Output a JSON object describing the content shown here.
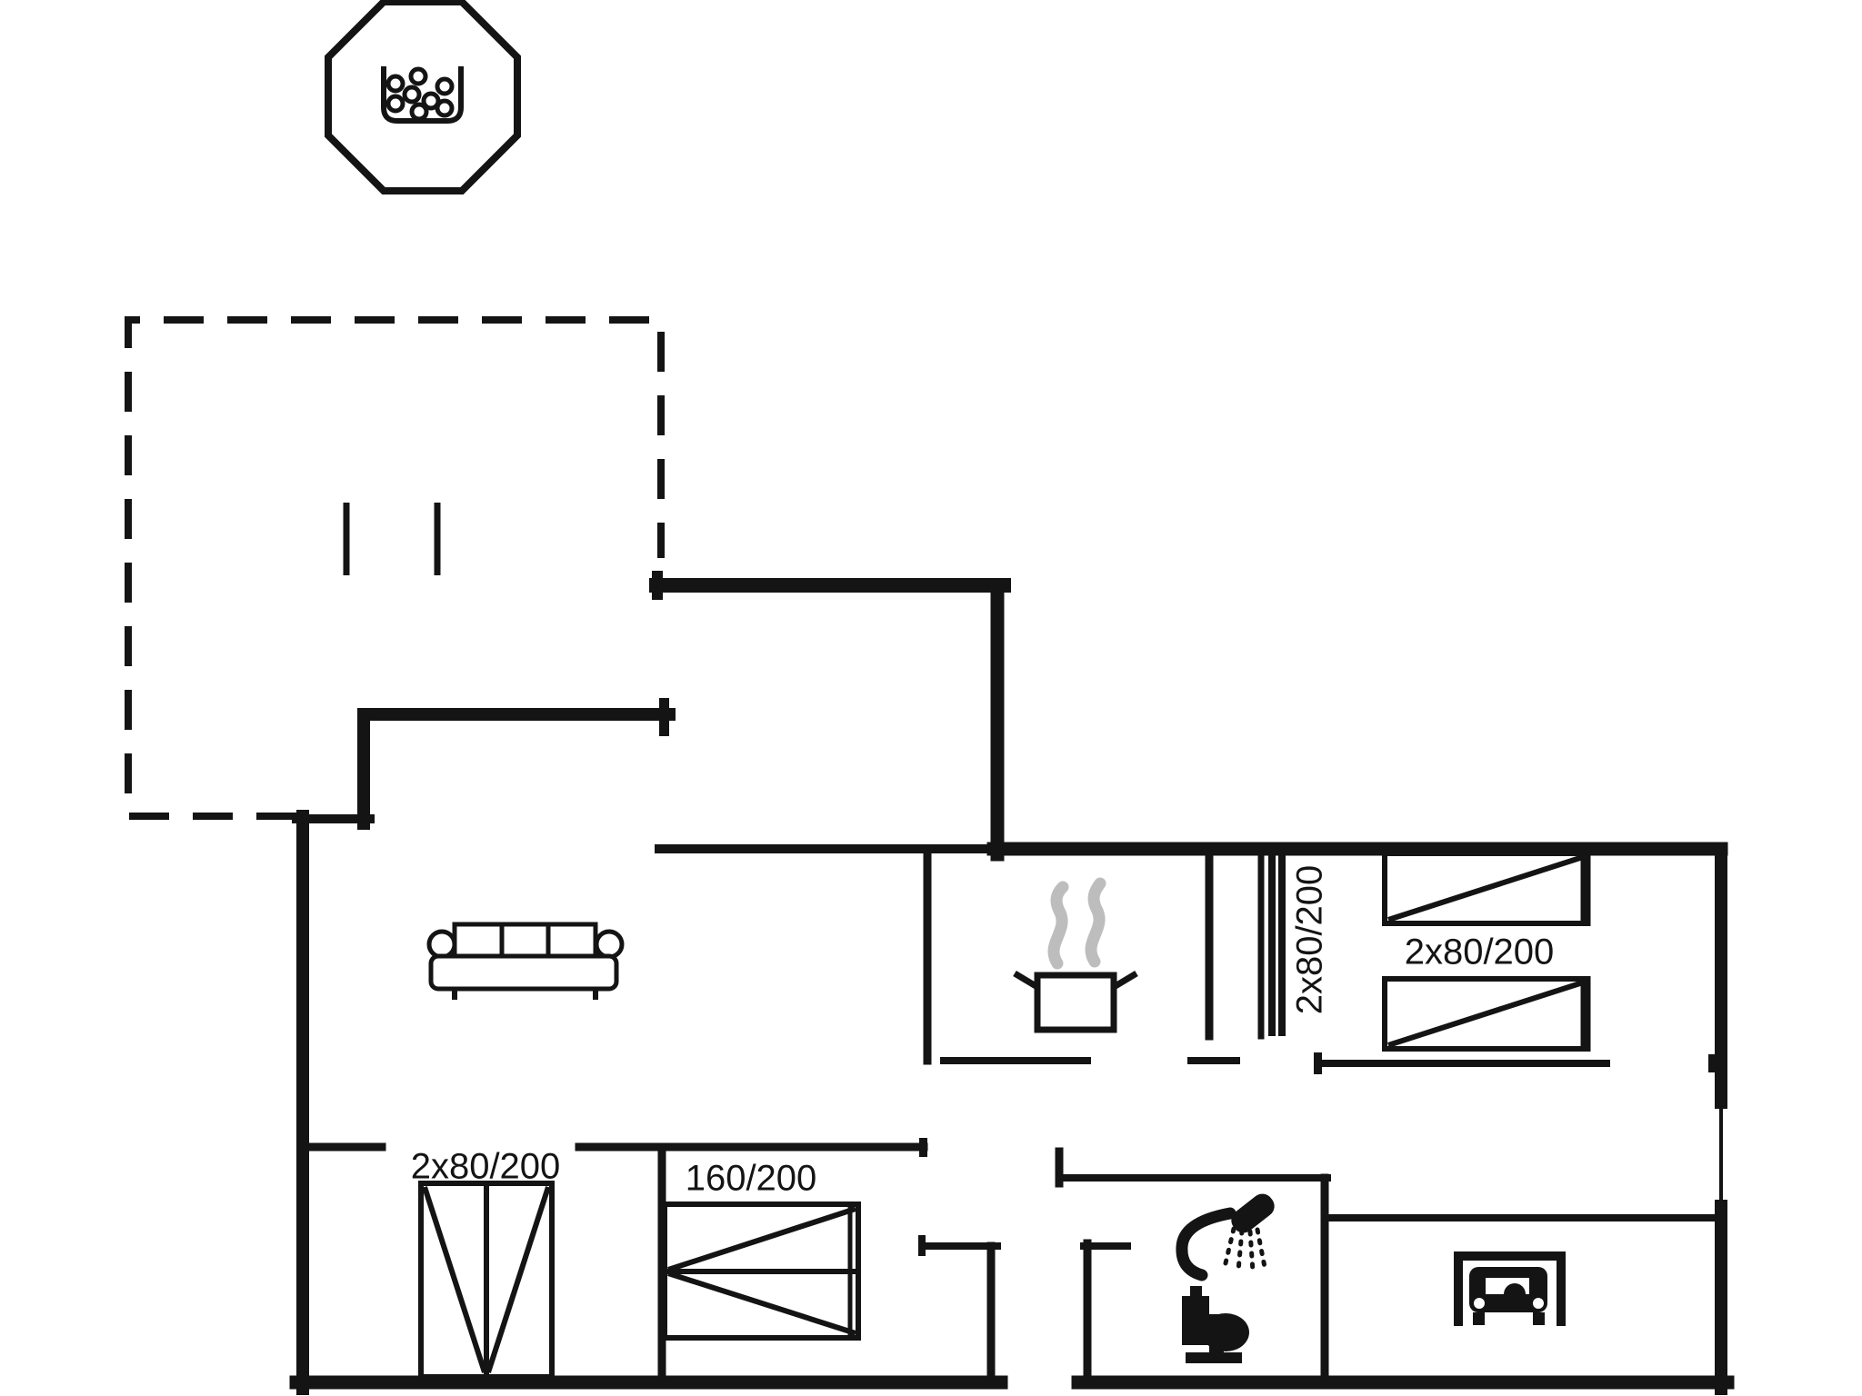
{
  "canvas": {
    "background": "#ffffff",
    "ink": "#141414",
    "steam": "#bdbdbd"
  },
  "labels": {
    "bedroom_bottom_left_beds": "2x80/200",
    "bedroom_middle_bed": "160/200",
    "bedroom_top_right_beds": "2x80/200",
    "bedroom_top_right_beds_vertical": "2x80/200"
  },
  "icons": {
    "hot_tub": "octagonal hot tub with bubbles",
    "sofa": "three-seat sofa",
    "stove": "steaming pot",
    "wardrobe": "double sliding-door wardrobe",
    "shower": "hand shower with spray",
    "toilet": "toilet side view",
    "car": "car in carport"
  }
}
